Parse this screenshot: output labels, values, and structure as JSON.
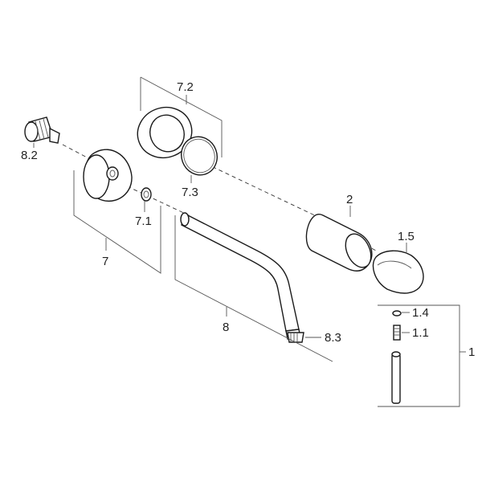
{
  "callouts": {
    "p1": "1",
    "p1_1": "1.1",
    "p1_4": "1.4",
    "p1_5": "1.5",
    "p2": "2",
    "p7": "7",
    "p7_1": "7.1",
    "p7_2": "7.2",
    "p7_3": "7.3",
    "p8": "8",
    "p8_2": "8.2",
    "p8_3": "8.3"
  }
}
